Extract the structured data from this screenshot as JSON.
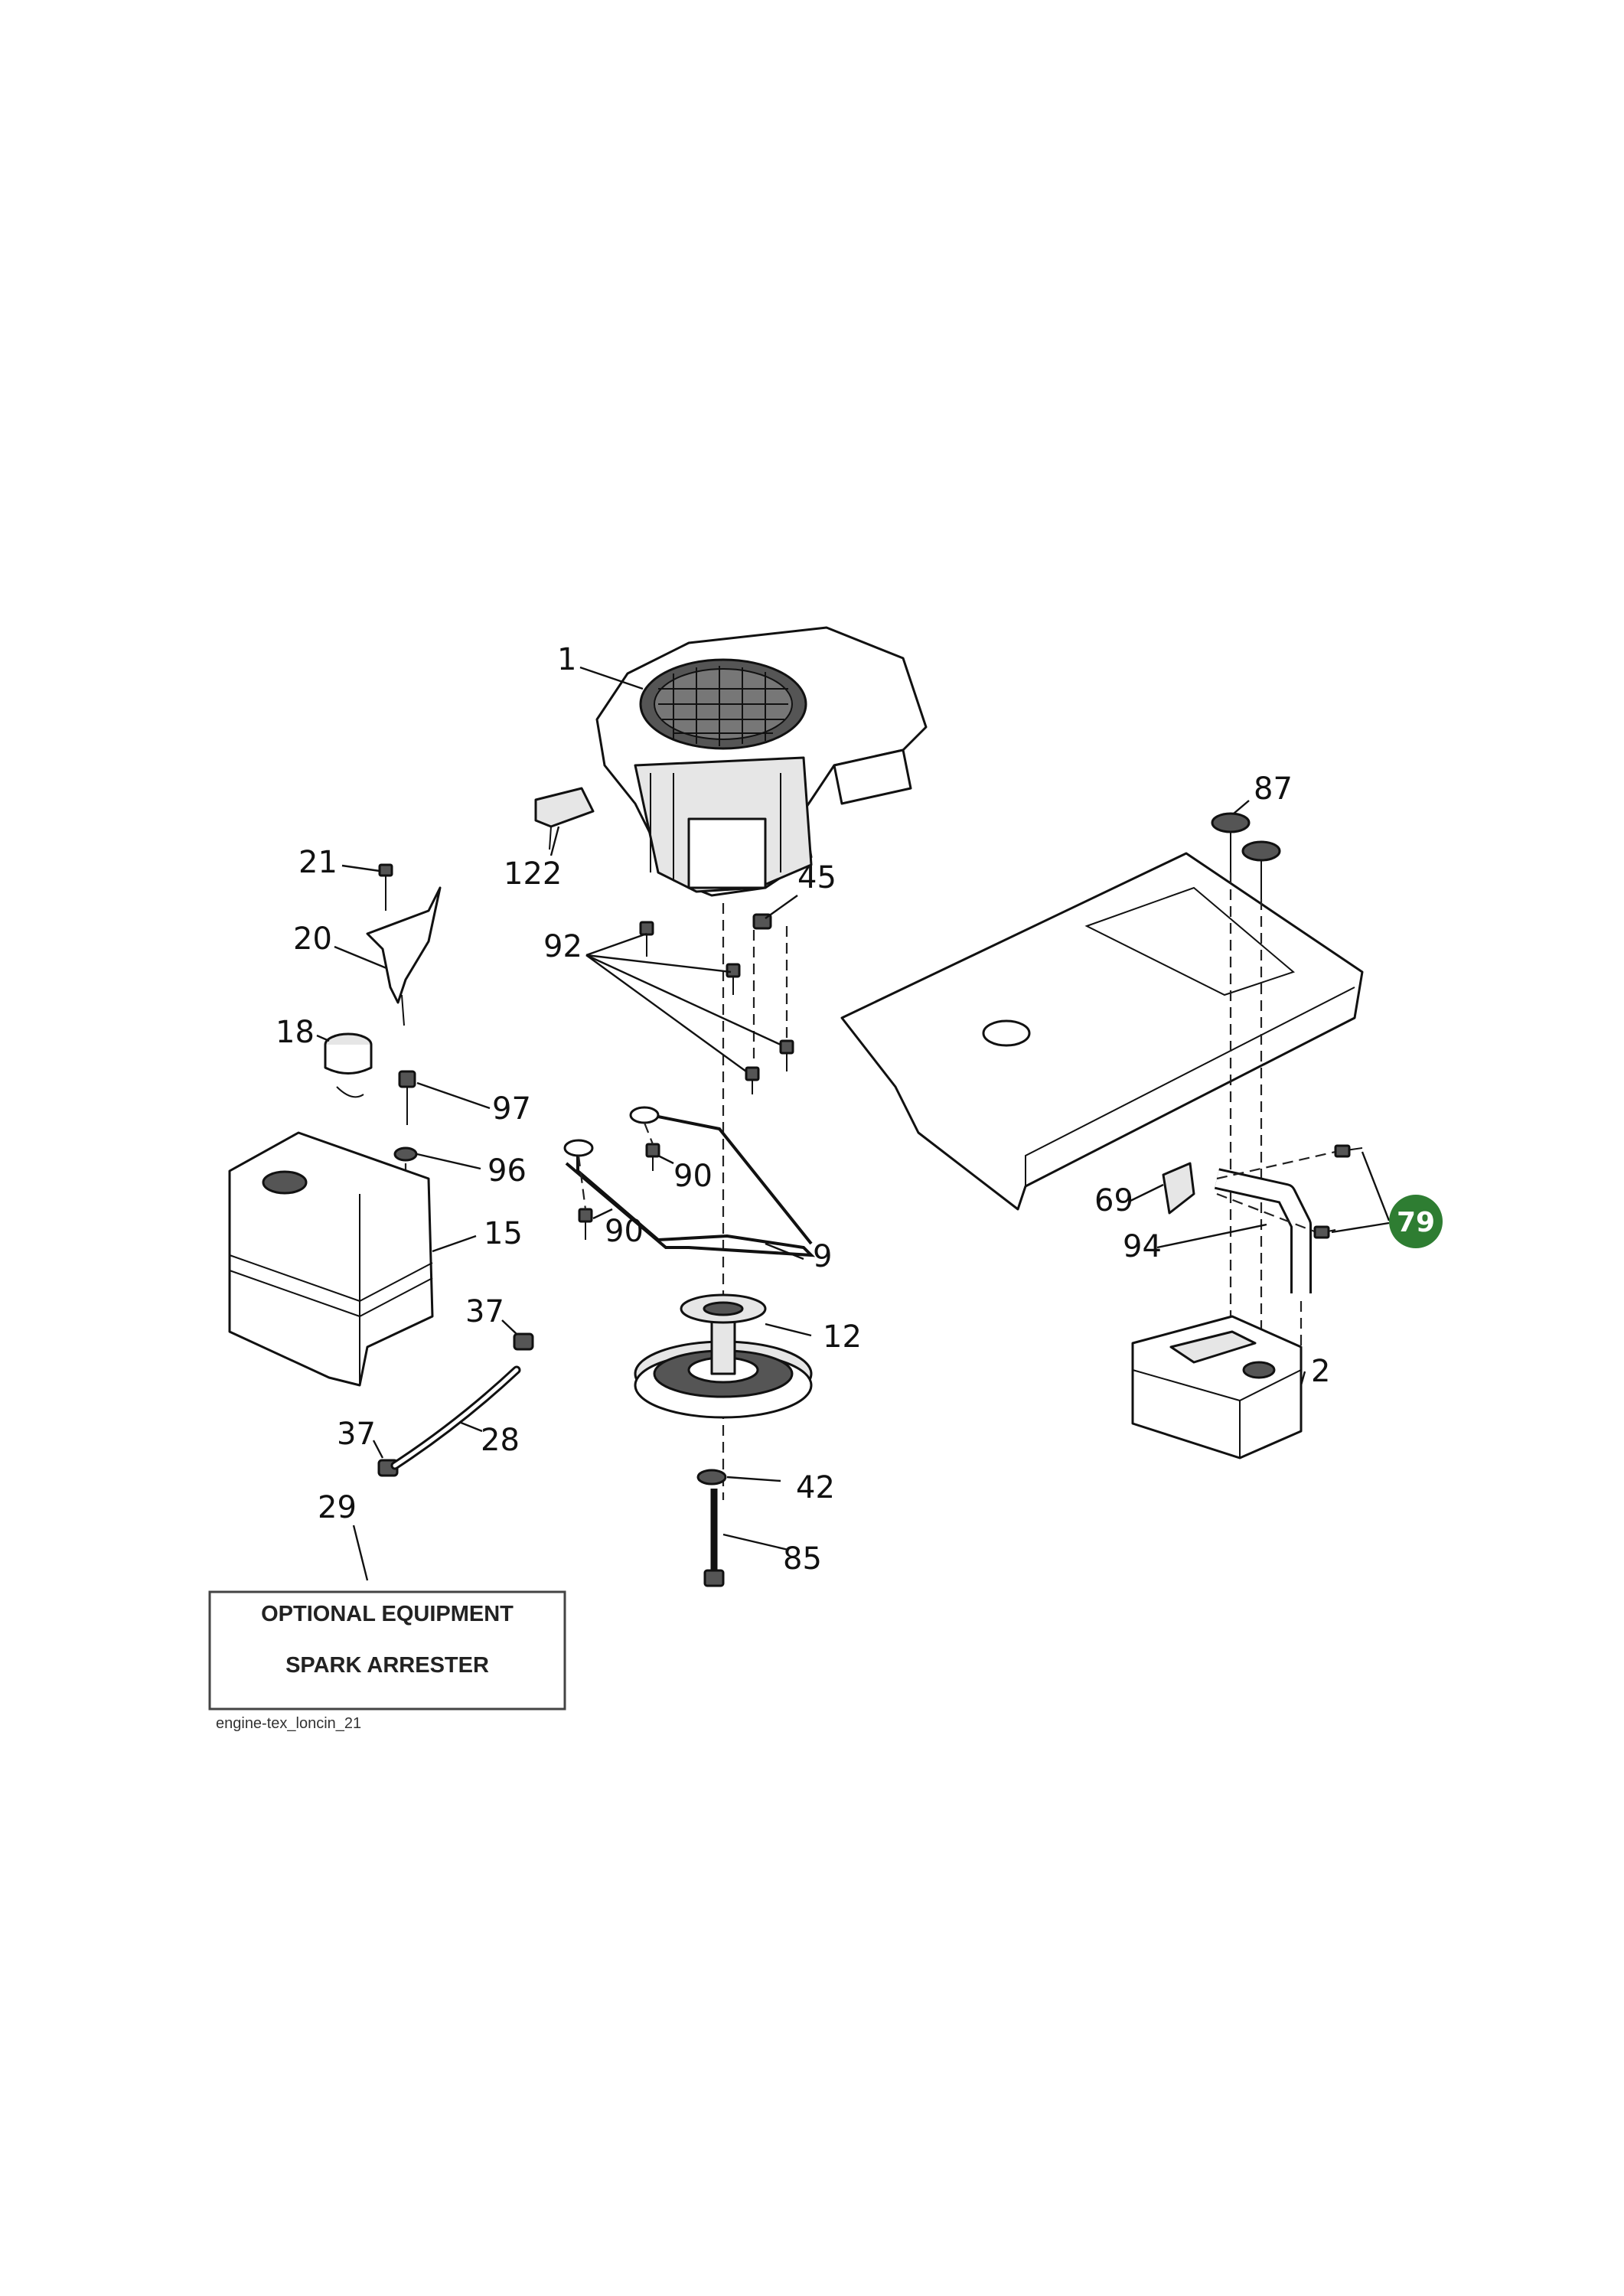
{
  "callouts": {
    "c1": "1",
    "c122": "122",
    "c45": "45",
    "c92": "92",
    "c21": "21",
    "c20": "20",
    "c18": "18",
    "c97": "97",
    "c96": "96",
    "c15": "15",
    "c37a": "37",
    "c37b": "37",
    "c28": "28",
    "c29": "29",
    "c90a": "90",
    "c90b": "90",
    "c9": "9",
    "c12": "12",
    "c42": "42",
    "c85": "85",
    "c87": "87",
    "c69": "69",
    "c94": "94",
    "c2": "2"
  },
  "highlighted_part": {
    "label": "79",
    "color": "#2e7d32"
  },
  "optional_box": {
    "line1": "OPTIONAL EQUIPMENT",
    "line2": "SPARK ARRESTER"
  },
  "diagram_filename": "engine-tex_loncin_21"
}
